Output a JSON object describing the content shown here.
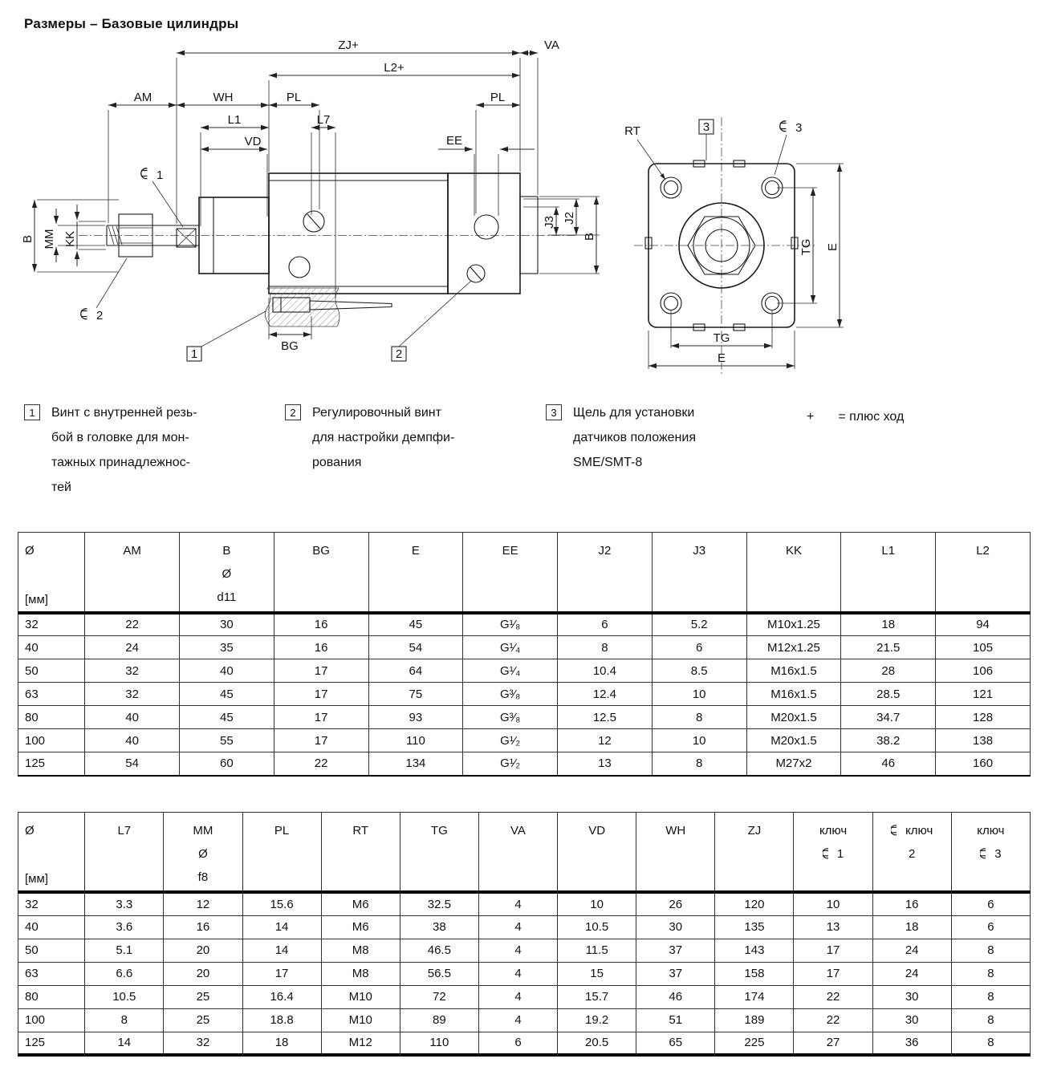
{
  "page": {
    "title": "Размеры – Базовые цилиндры"
  },
  "drawing": {
    "labels": {
      "zj": "ZJ+",
      "l2": "L2+",
      "va": "VA",
      "am": "AM",
      "wh": "WH",
      "pl_left": "PL",
      "pl_right": "PL",
      "l1": "L1",
      "l7": "L7",
      "vd": "VD",
      "ee": "EE",
      "b_left": "B",
      "mm": "MM",
      "kk": "KK",
      "j3": "J3",
      "j2": "J2",
      "b_right": "B",
      "bg": "BG",
      "callout1": "1",
      "callout2": "2",
      "callout3": "3",
      "wrench1": "1",
      "wrench2": "2",
      "wrench3": "3",
      "rt": "RT",
      "tg_side": "TG",
      "e_side": "E",
      "tg_bottom": "TG",
      "e_bottom": "E"
    }
  },
  "notes": [
    {
      "ref": "1",
      "text": "Винт с внутренней резь-\nбой в головке для мон-\nтажных принадлежнос-\nтей"
    },
    {
      "ref": "2",
      "text": "Регулировочный винт\nдля настройки демпфи-\nрования"
    },
    {
      "ref": "3",
      "text": "Щель для установки\nдатчиков положения\nSME/SMT-8"
    }
  ],
  "plus_note": {
    "symbol": "+",
    "text": "= плюс ход"
  },
  "table1": {
    "headers": {
      "c0_top": "Ø",
      "c0_bottom": "[мм]",
      "c1": "AM",
      "c2_l1": "B",
      "c2_l2": "Ø",
      "c2_l3": "d11",
      "c3": "BG",
      "c4": "E",
      "c5": "EE",
      "c6": "J2",
      "c7": "J3",
      "c8": "KK",
      "c9": "L1",
      "c10": "L2"
    },
    "rows": [
      [
        "32",
        "22",
        "30",
        "16",
        "45",
        "G¹⁄₈",
        "6",
        "5.2",
        "M10x1.25",
        "18",
        "94"
      ],
      [
        "40",
        "24",
        "35",
        "16",
        "54",
        "G¹⁄₄",
        "8",
        "6",
        "M12x1.25",
        "21.5",
        "105"
      ],
      [
        "50",
        "32",
        "40",
        "17",
        "64",
        "G¹⁄₄",
        "10.4",
        "8.5",
        "M16x1.5",
        "28",
        "106"
      ],
      [
        "63",
        "32",
        "45",
        "17",
        "75",
        "G³⁄₈",
        "12.4",
        "10",
        "M16x1.5",
        "28.5",
        "121"
      ],
      [
        "80",
        "40",
        "45",
        "17",
        "93",
        "G³⁄₈",
        "12.5",
        "8",
        "M20x1.5",
        "34.7",
        "128"
      ],
      [
        "100",
        "40",
        "55",
        "17",
        "110",
        "G¹⁄₂",
        "12",
        "10",
        "M20x1.5",
        "38.2",
        "138"
      ],
      [
        "125",
        "54",
        "60",
        "22",
        "134",
        "G¹⁄₂",
        "13",
        "8",
        "M27x2",
        "46",
        "160"
      ]
    ]
  },
  "table2": {
    "headers": {
      "c0_top": "Ø",
      "c0_bottom": "[мм]",
      "c1": "L7",
      "c2_l1": "MM",
      "c2_l2": "Ø",
      "c2_l3": "f8",
      "c3": "PL",
      "c4": "RT",
      "c5": "TG",
      "c6": "VA",
      "c7": "VD",
      "c8": "WH",
      "c9": "ZJ",
      "c10_l1": "ключ",
      "c10_l2": "1",
      "c11_l1": "ключ",
      "c11_l2": "2",
      "c12_l1": "ключ",
      "c12_l2": "3"
    },
    "rows": [
      [
        "32",
        "3.3",
        "12",
        "15.6",
        "M6",
        "32.5",
        "4",
        "10",
        "26",
        "120",
        "10",
        "16",
        "6"
      ],
      [
        "40",
        "3.6",
        "16",
        "14",
        "M6",
        "38",
        "4",
        "10.5",
        "30",
        "135",
        "13",
        "18",
        "6"
      ],
      [
        "50",
        "5.1",
        "20",
        "14",
        "M8",
        "46.5",
        "4",
        "11.5",
        "37",
        "143",
        "17",
        "24",
        "8"
      ],
      [
        "63",
        "6.6",
        "20",
        "17",
        "M8",
        "56.5",
        "4",
        "15",
        "37",
        "158",
        "17",
        "24",
        "8"
      ],
      [
        "80",
        "10.5",
        "25",
        "16.4",
        "M10",
        "72",
        "4",
        "15.7",
        "46",
        "174",
        "22",
        "30",
        "8"
      ],
      [
        "100",
        "8",
        "25",
        "18.8",
        "M10",
        "89",
        "4",
        "19.2",
        "51",
        "189",
        "22",
        "30",
        "8"
      ],
      [
        "125",
        "14",
        "32",
        "18",
        "M12",
        "110",
        "6",
        "20.5",
        "65",
        "225",
        "27",
        "36",
        "8"
      ]
    ]
  }
}
